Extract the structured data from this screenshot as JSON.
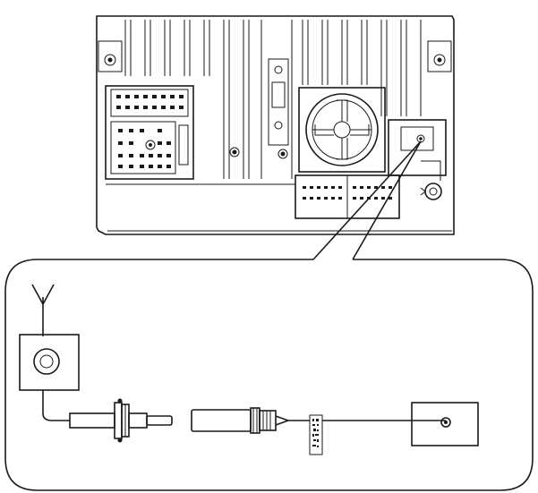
{
  "diagram": {
    "title": "",
    "components": [
      {
        "id": "head-unit-rear",
        "label": ""
      },
      {
        "id": "antenna",
        "label": ""
      },
      {
        "id": "antenna-jack-box",
        "label": ""
      },
      {
        "id": "antenna-plug",
        "label": ""
      },
      {
        "id": "adapter-cable",
        "label": ""
      },
      {
        "id": "radio-antenna-socket",
        "label": ""
      }
    ],
    "connections": [
      {
        "from": "antenna-jack-box",
        "to": "antenna-plug"
      },
      {
        "from": "antenna-plug",
        "to": "adapter-cable"
      },
      {
        "from": "adapter-cable",
        "to": "radio-antenna-socket"
      }
    ]
  }
}
